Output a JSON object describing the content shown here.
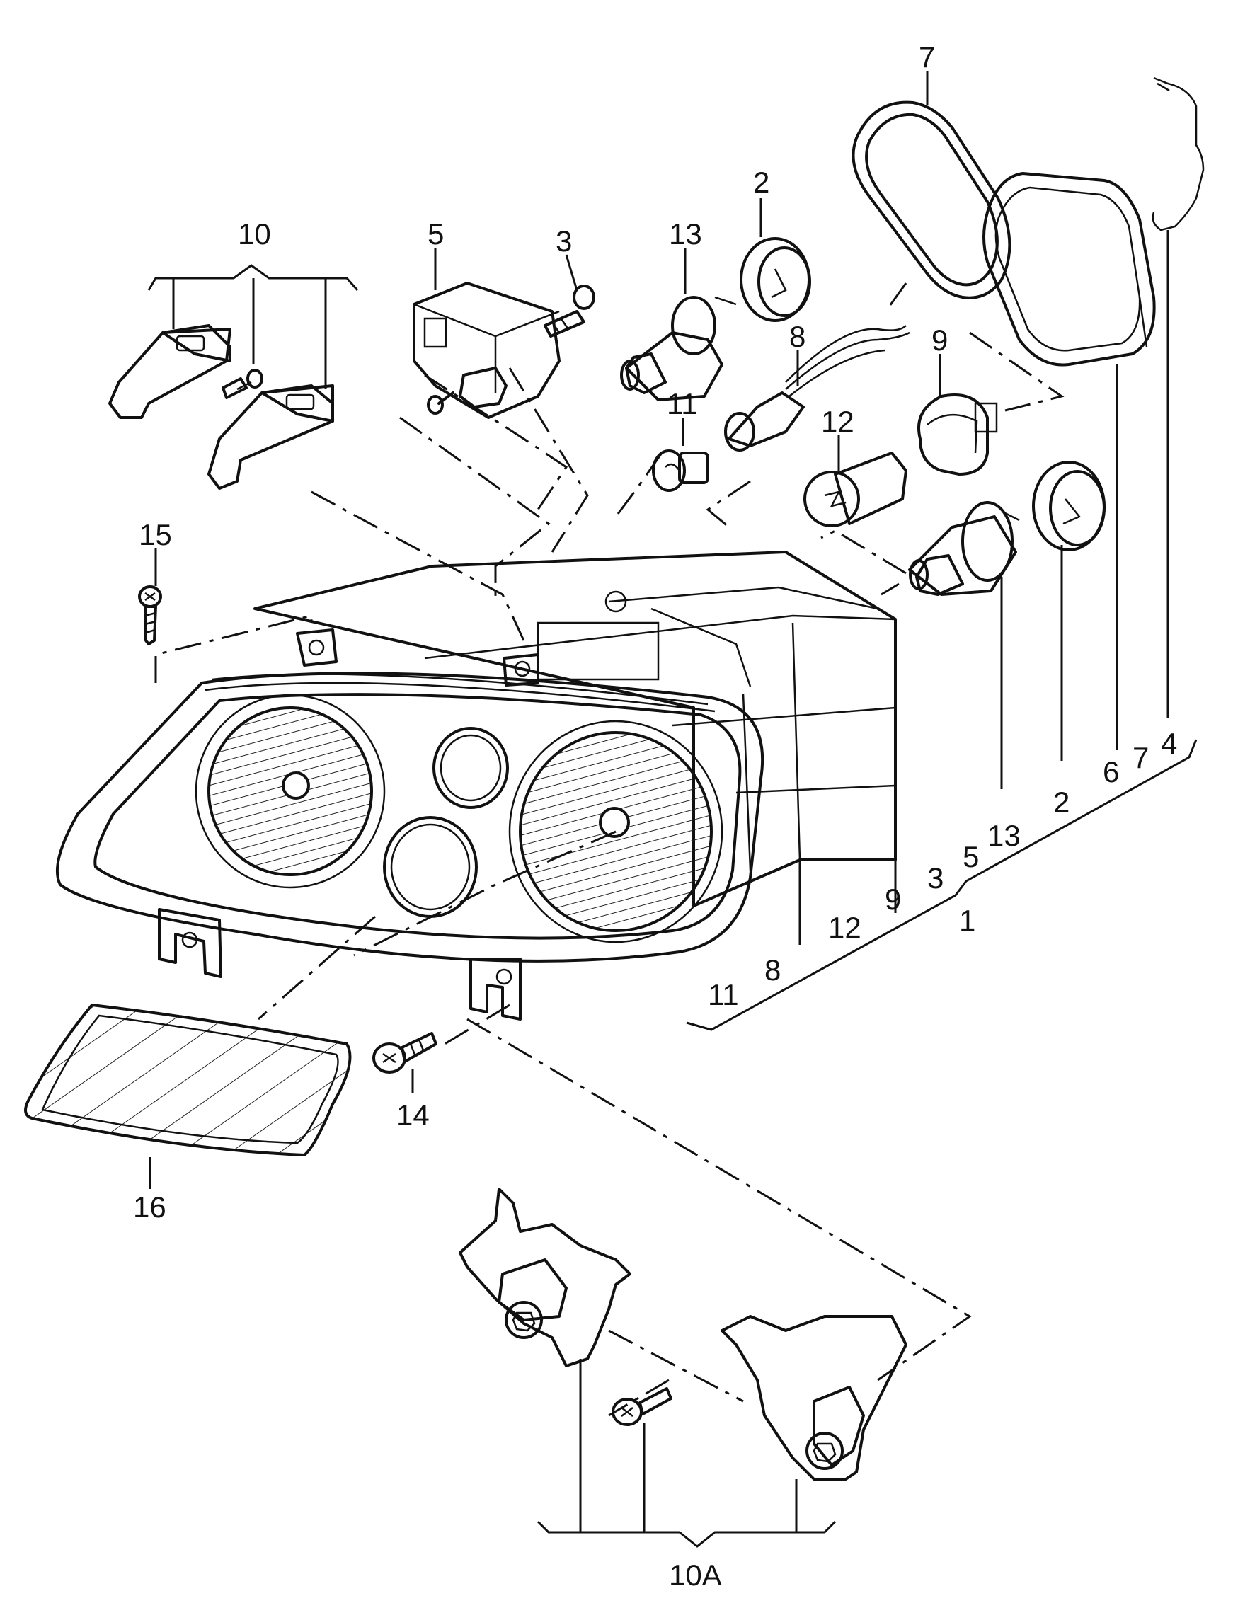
{
  "callouts": {
    "c1": "1",
    "c2a": "2",
    "c2b": "2",
    "c3a": "3",
    "c3b": "3",
    "c4": "4",
    "c5a": "5",
    "c5b": "5",
    "c6": "6",
    "c7a": "7",
    "c7b": "7",
    "c8a": "8",
    "c8b": "8",
    "c9a": "9",
    "c9b": "9",
    "c10": "10",
    "c10A": "10A",
    "c11a": "11",
    "c11b": "11",
    "c12a": "12",
    "c12b": "12",
    "c13a": "13",
    "c13b": "13",
    "c14": "14",
    "c15": "15",
    "c16": "16"
  }
}
